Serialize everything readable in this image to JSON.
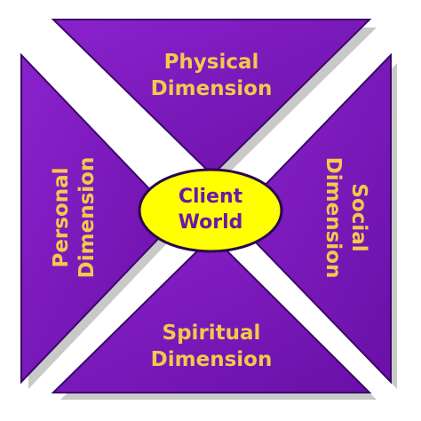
{
  "diagram": {
    "center": {
      "line1": "Client",
      "line2": "World"
    },
    "top": {
      "line1": "Physical",
      "line2": "Dimension"
    },
    "right": {
      "line1": "Social",
      "line2": "Dimension"
    },
    "bottom": {
      "line1": "Spiritual",
      "line2": "Dimension"
    },
    "left": {
      "line1": "Personal",
      "line2": "Dimension"
    }
  },
  "colors": {
    "triangle_fill": "#7a16b8",
    "triangle_stroke": "#3a0868",
    "shadow": "#c9c9c9",
    "label_text": "#f2c94c",
    "center_fill": "#ffff00",
    "center_stroke": "#2a0650",
    "center_text": "#6a18a8"
  }
}
